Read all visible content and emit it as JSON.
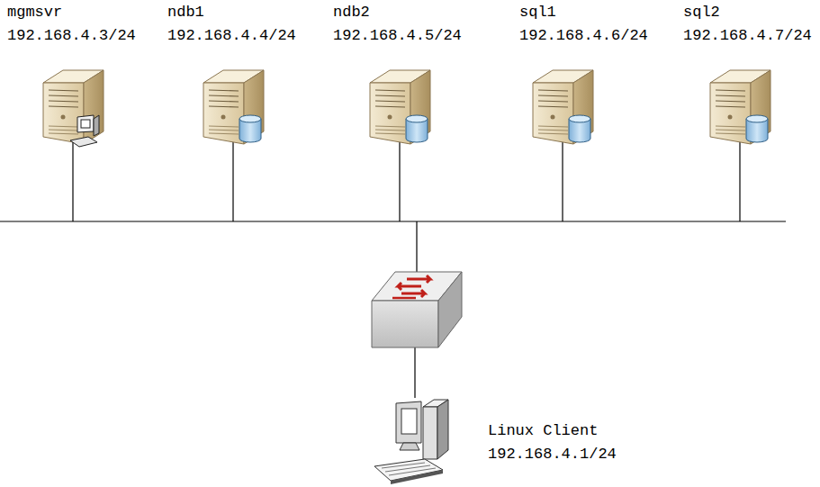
{
  "diagram": {
    "nodes": [
      {
        "text": [
          "mgmsvr",
          "192.168.4.3/24"
        ]
      },
      {
        "text": [
          "ndb1",
          "192.168.4.4/24"
        ]
      },
      {
        "text": [
          "ndb2",
          "192.168.4.5/24"
        ]
      },
      {
        "text": [
          "sql1",
          "192.168.4.6/24"
        ]
      },
      {
        "text": [
          "sql2",
          "192.168.4.7/24"
        ]
      },
      {
        "text": [
          "Linux Client",
          "192.168.4.1/24"
        ]
      }
    ]
  }
}
